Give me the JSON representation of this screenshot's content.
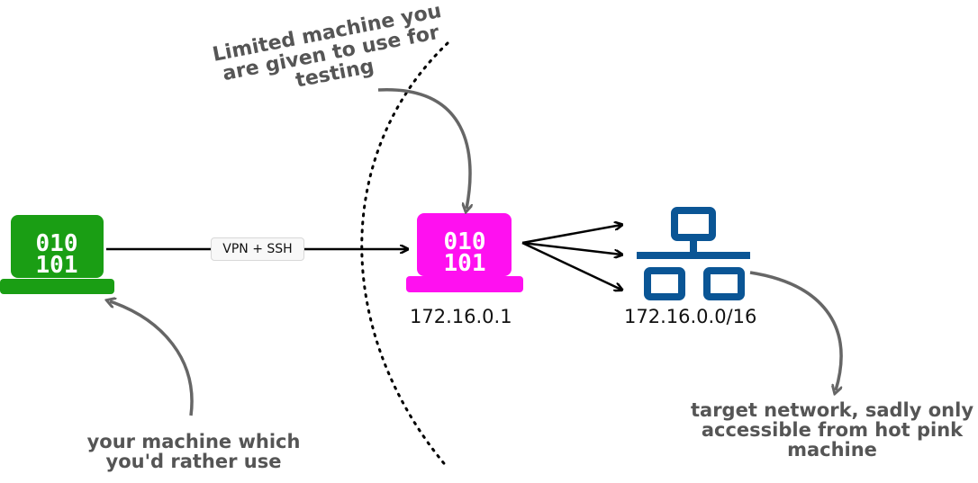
{
  "edge_label": "VPN + SSH",
  "nodes": {
    "your_machine": {
      "bits_top": "010",
      "bits_bottom": "101",
      "color": "#1a9e14"
    },
    "limited_machine": {
      "bits_top": "010",
      "bits_bottom": "101",
      "color": "#ff10f0",
      "ip": "172.16.0.1"
    },
    "target_network": {
      "color": "#0a5595",
      "cidr": "172.16.0.0/16"
    }
  },
  "annotations": {
    "limited_machine": "Limited machine you are given to use for testing",
    "your_machine": "your machine which you'd rather use",
    "target_network": "target network, sadly only accessible from hot pink machine"
  },
  "colors": {
    "annotation_text": "#555555",
    "arrow": "#000000",
    "curve": "#666666"
  }
}
